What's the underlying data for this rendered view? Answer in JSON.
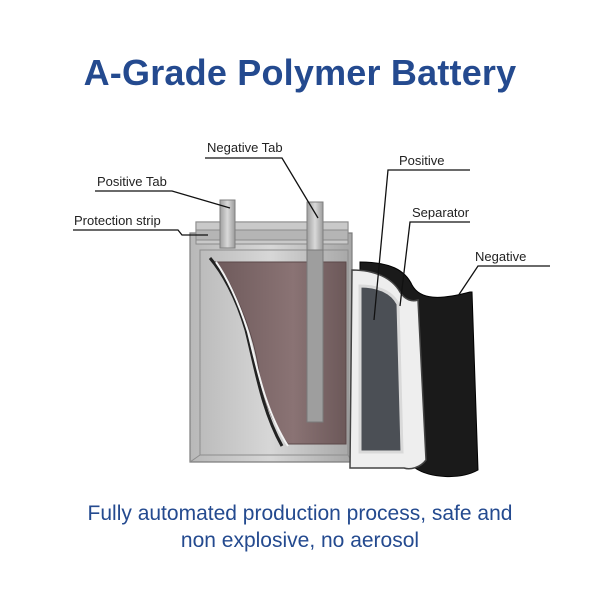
{
  "title": "A-Grade Polymer Battery",
  "labels": {
    "negative_tab": "Negative Tab",
    "positive_tab": "Positive Tab",
    "protection_strip": "Protection strip",
    "positive": "Positive",
    "separator": "Separator",
    "negative": "Negative"
  },
  "caption": {
    "line1": "Fully automated production process, safe and",
    "line2": "non explosive, no aerosol"
  },
  "colors": {
    "title": "#244a8f",
    "caption": "#244a8f",
    "casing": "#a9a9a9",
    "cell_core": "#7b6566",
    "positive_layer": "#4b4f55",
    "separator_layer": "#ececec",
    "negative_layer": "#1a1a1a"
  }
}
